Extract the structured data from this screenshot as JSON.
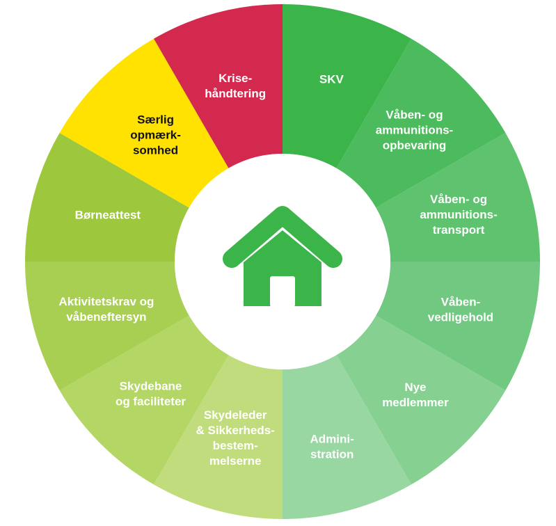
{
  "wheel": {
    "segments": [
      {
        "id": "skv",
        "lines": [
          "SKV"
        ],
        "color": "#3bb54a",
        "text_color": "#ffffff"
      },
      {
        "id": "vaaben-opbevaring",
        "lines": [
          "Våben- og",
          "ammunitions-",
          "opbevaring"
        ],
        "color": "#4cbb5d",
        "text_color": "#ffffff"
      },
      {
        "id": "vaaben-transport",
        "lines": [
          "Våben- og",
          "ammunitions-",
          "transport"
        ],
        "color": "#5ec26e",
        "text_color": "#ffffff"
      },
      {
        "id": "vaaben-vedligehold",
        "lines": [
          "Våben-",
          "vedligehold"
        ],
        "color": "#71c880",
        "text_color": "#ffffff"
      },
      {
        "id": "nye-medlemmer",
        "lines": [
          "Nye",
          "medlemmer"
        ],
        "color": "#86d092",
        "text_color": "#ffffff"
      },
      {
        "id": "administration",
        "lines": [
          "Admini-",
          "stration"
        ],
        "color": "#98d6a2",
        "text_color": "#ffffff"
      },
      {
        "id": "skydeleder",
        "lines": [
          "Skydeleder",
          "& Sikkerheds-",
          "bestem-",
          "melserne"
        ],
        "color": "#c1dc7c",
        "text_color": "#ffffff"
      },
      {
        "id": "skydebane",
        "lines": [
          "Skydebane",
          "og faciliteter"
        ],
        "color": "#b4d665",
        "text_color": "#ffffff"
      },
      {
        "id": "aktivitetskrav",
        "lines": [
          "Aktivitetskrav og",
          "våbeneftersyn"
        ],
        "color": "#a8cf51",
        "text_color": "#ffffff"
      },
      {
        "id": "boerneattest",
        "lines": [
          "Børneattest"
        ],
        "color": "#9dc73d",
        "text_color": "#ffffff"
      },
      {
        "id": "saerlig-opmaerksomhed",
        "lines": [
          "Særlig",
          "opmærk-",
          "somhed"
        ],
        "color": "#ffe200",
        "text_color": "#111111"
      },
      {
        "id": "krisehaandtering",
        "lines": [
          "Krise-",
          "håndtering"
        ],
        "color": "#d4294f",
        "text_color": "#ffffff"
      }
    ],
    "center_icon": "house-icon",
    "center_color": "#ffffff",
    "icon_color": "#3bb54a"
  }
}
